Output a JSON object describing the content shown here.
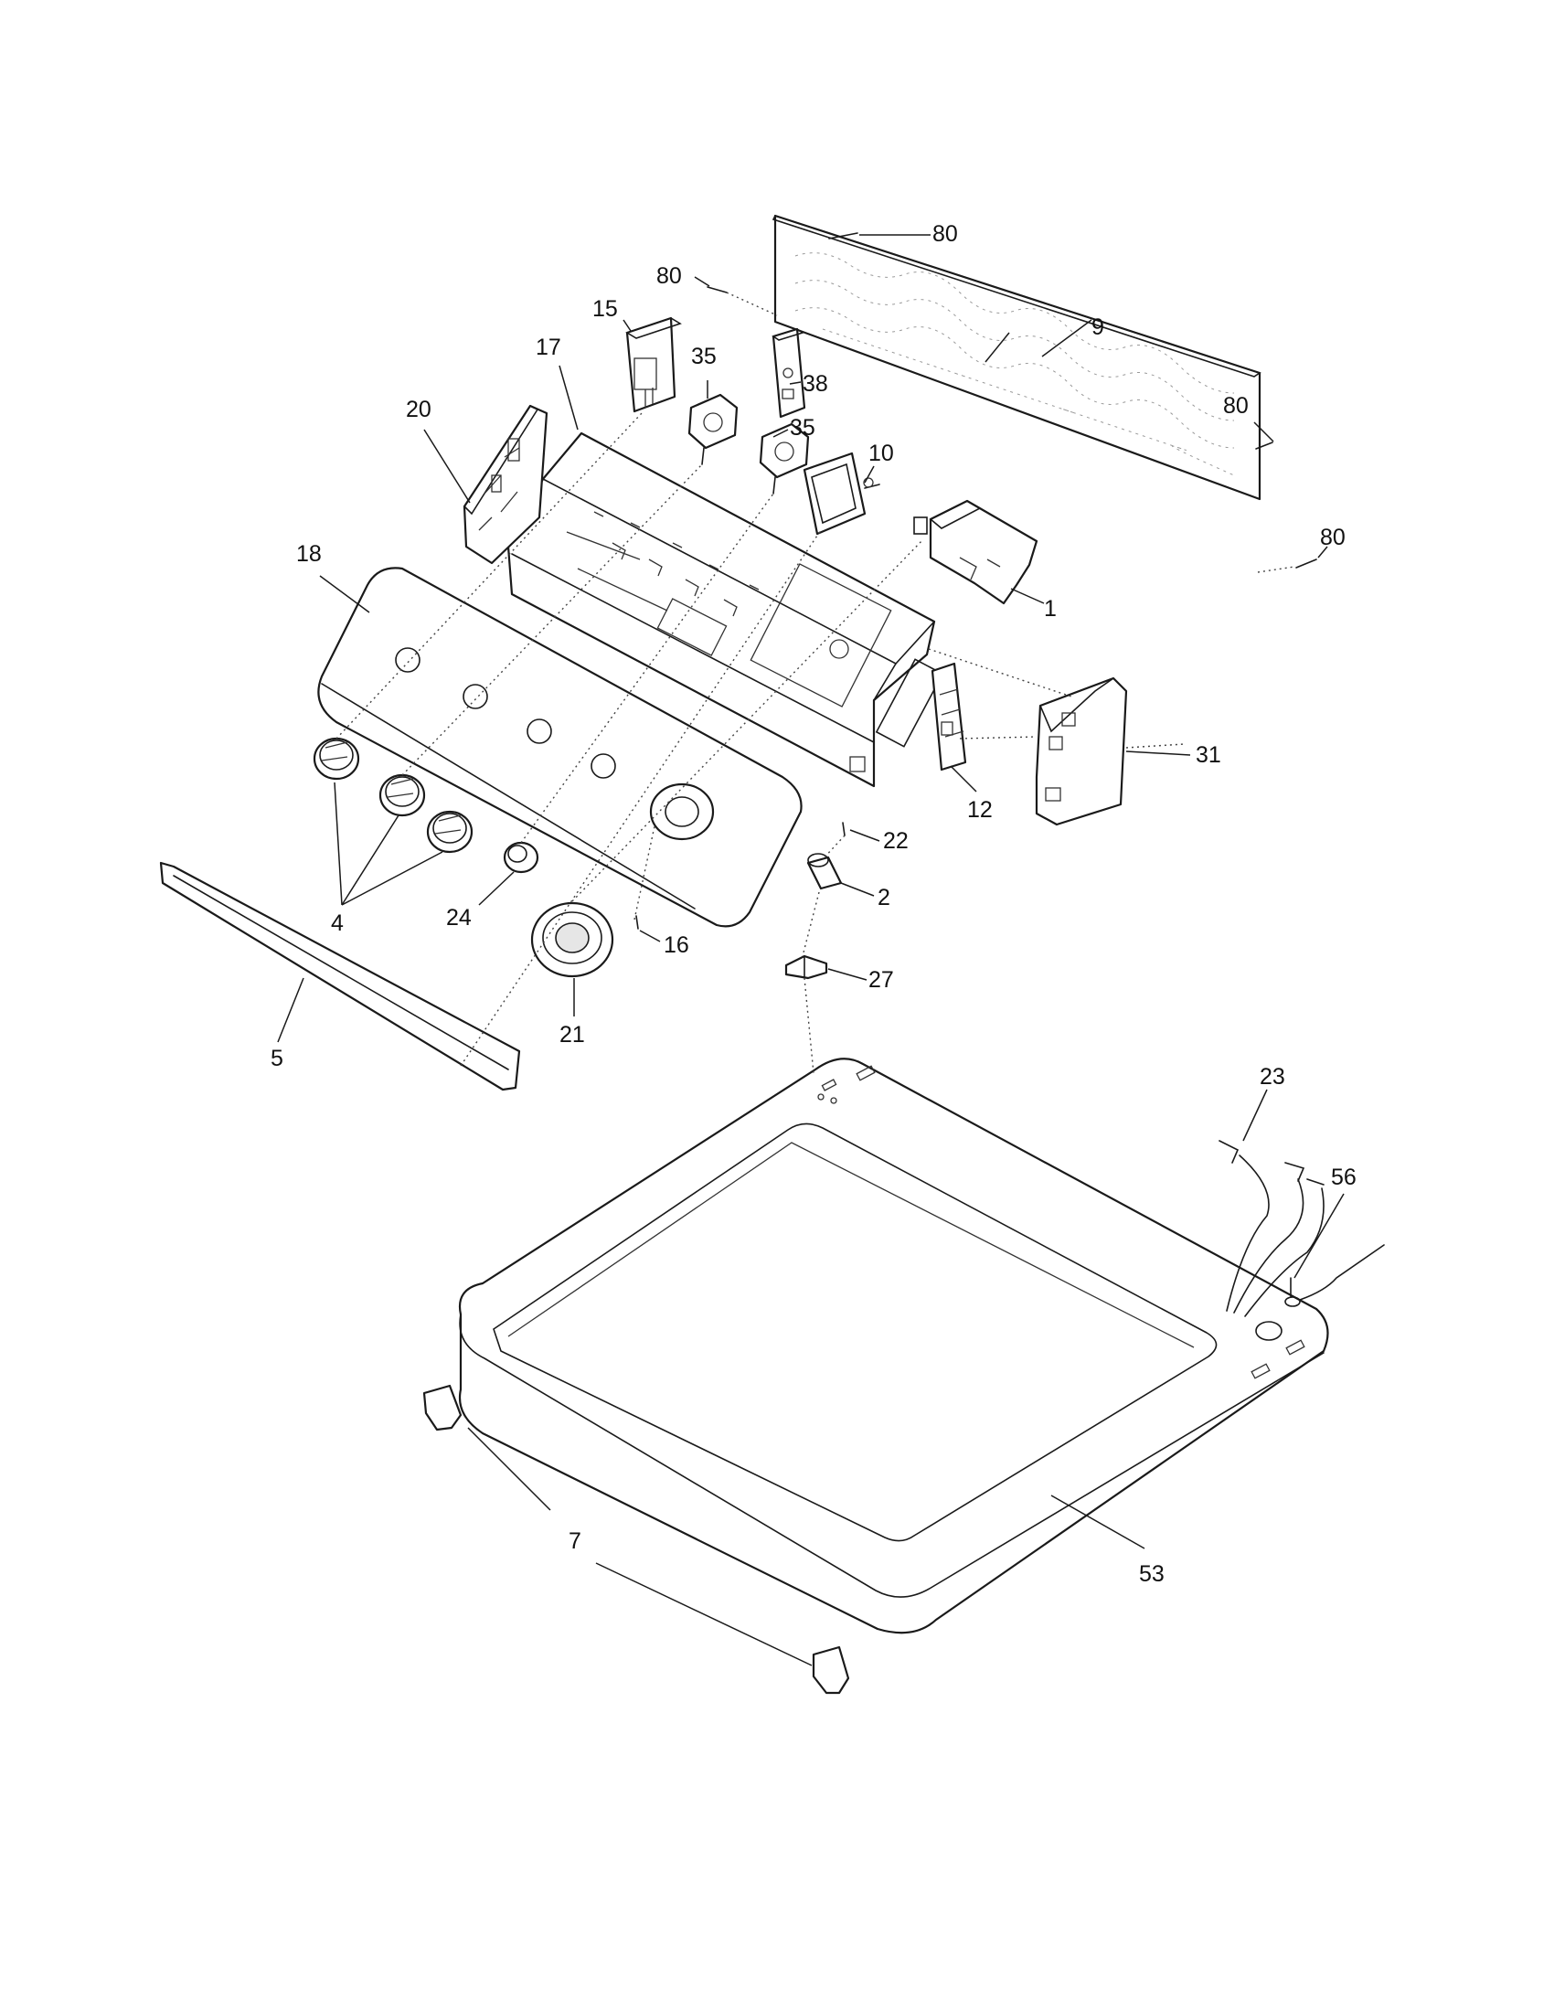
{
  "callouts": {
    "p80a": "80",
    "p80b": "80",
    "p80c": "80",
    "p80d": "80",
    "p9": "9",
    "p15": "15",
    "p35a": "35",
    "p35b": "35",
    "p38": "38",
    "p17": "17",
    "p20": "20",
    "p10": "10",
    "p1": "1",
    "p18": "18",
    "p31": "31",
    "p12": "12",
    "p22": "22",
    "p2": "2",
    "p4": "4",
    "p24": "24",
    "p16": "16",
    "p27": "27",
    "p21": "21",
    "p5": "5",
    "p23": "23",
    "p56": "56",
    "p7": "7",
    "p53": "53"
  }
}
